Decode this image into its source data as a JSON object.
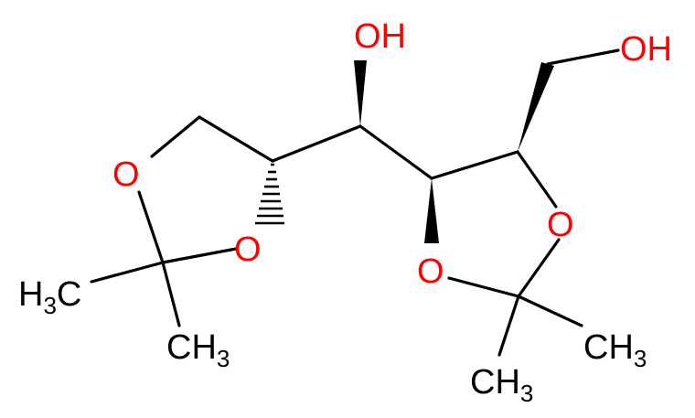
{
  "colors": {
    "bond": "#000000",
    "oxygen": "#ff0000",
    "carbon_text": "#000000",
    "background": "#ffffff"
  },
  "labels": {
    "oh_top": "OH",
    "oh_right": "OH",
    "o_ring1_left": "O",
    "o_ring1_bottom": "O",
    "o_ring2_left": "O",
    "o_ring2_right": "O",
    "h3c_left": "H",
    "h3c_left_sub": "3",
    "h3c_left_c": "C",
    "ch3_bottom_left": "CH",
    "ch3_bottom_left_sub": "3",
    "ch3_right": "CH",
    "ch3_right_sub": "3",
    "ch3_bottom_right": "CH",
    "ch3_bottom_right_sub": "3"
  }
}
